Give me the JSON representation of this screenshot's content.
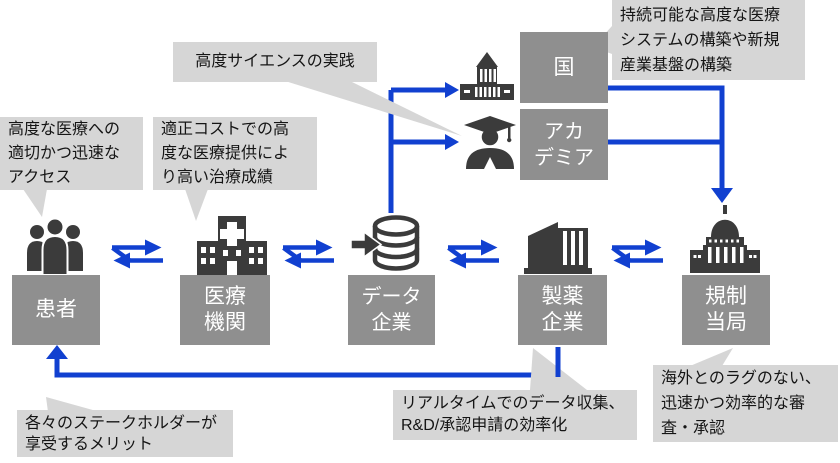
{
  "colors": {
    "arrow_blue": "#1140d0",
    "entity_box_gray": "#8f8f8f",
    "callout_gray": "#d6d6d6",
    "icon_gray": "#3b3b3b",
    "entity_text": "#ffffff",
    "callout_text": "#151515",
    "background": "#ffffff"
  },
  "entities": {
    "kuni": {
      "label": "国"
    },
    "academia": {
      "label": "アカ\nデミア"
    },
    "patient": {
      "label": "患者"
    },
    "medical": {
      "label": "医療\n機関"
    },
    "data_company": {
      "label": "データ\n企業"
    },
    "pharma": {
      "label": "製薬\n企業"
    },
    "regulator": {
      "label": "規制\n当局"
    }
  },
  "callouts": {
    "science": {
      "text": "高度サイエンスの実践"
    },
    "sustainable": {
      "text": "持続可能な高度な医療\nシステムの構築や新規\n産業基盤の構築"
    },
    "access": {
      "text": "高度な医療への\n適切かつ迅速な\nアクセス"
    },
    "cost": {
      "text": "適正コストでの高\n度な医療提供によ\nり高い治療成績"
    },
    "merit": {
      "text": "各々のステークホルダーが\n享受するメリット"
    },
    "realtime": {
      "text": "リアルタイムでのデータ収集、\nR&D/承認申請の効率化"
    },
    "overseas": {
      "text": "海外とのラグのない、\n迅速かつ効率的な審\n査・承認"
    }
  },
  "icons": {
    "patient": "people-group-icon",
    "medical": "hospital-icon",
    "data_company": "database-icon",
    "pharma": "office-building-icon",
    "regulator": "capitol-icon",
    "kuni": "diet-building-icon",
    "academia": "graduate-icon"
  },
  "flows": [
    {
      "from": "患者",
      "to": "医療機関",
      "type": "bidirectional"
    },
    {
      "from": "医療機関",
      "to": "データ企業",
      "type": "bidirectional"
    },
    {
      "from": "データ企業",
      "to": "製薬企業",
      "type": "bidirectional"
    },
    {
      "from": "製薬企業",
      "to": "規制当局",
      "type": "bidirectional"
    },
    {
      "from": "データ企業",
      "to": "国",
      "type": "one-way"
    },
    {
      "from": "データ企業",
      "to": "アカデミア",
      "type": "one-way"
    },
    {
      "from": "国",
      "to": "規制当局",
      "type": "one-way"
    },
    {
      "from": "アカデミア",
      "to": "規制当局",
      "type": "one-way"
    },
    {
      "from": "製薬企業",
      "to": "患者",
      "type": "one-way"
    }
  ]
}
